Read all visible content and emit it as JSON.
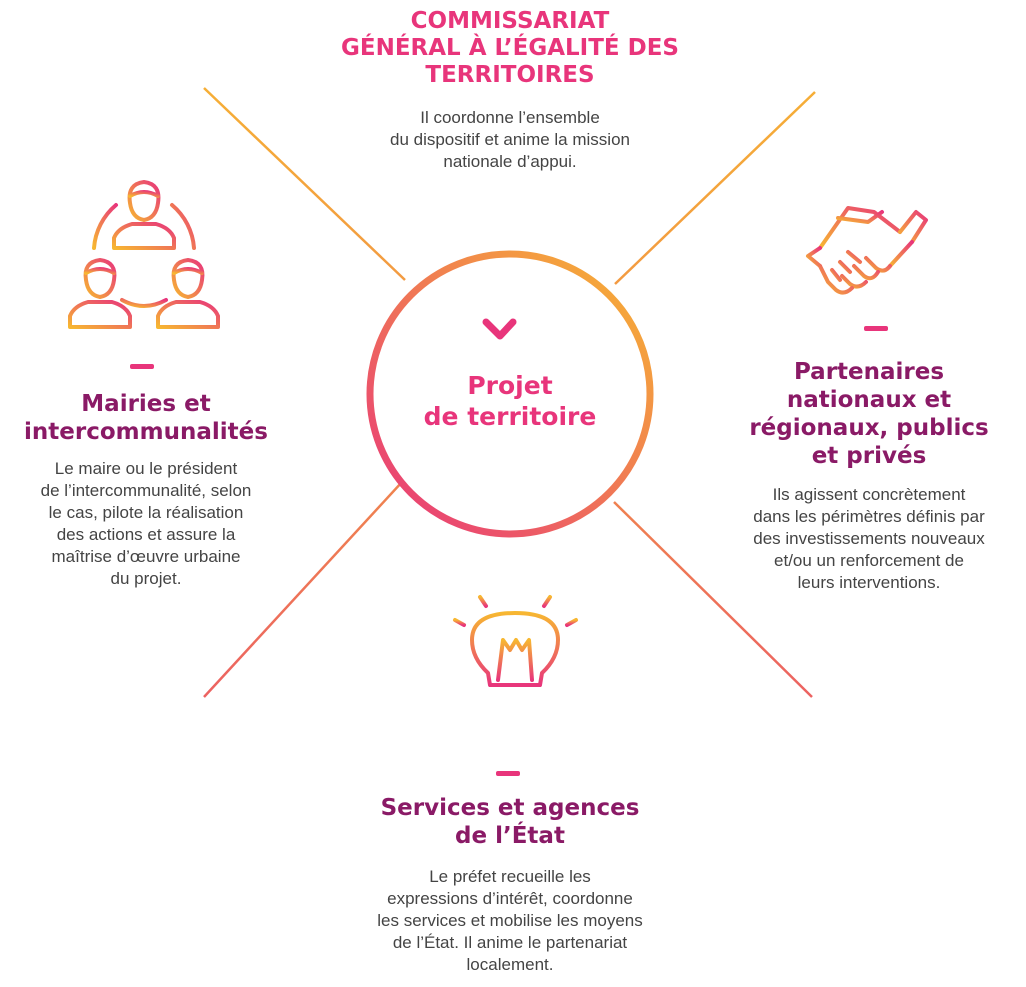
{
  "colors": {
    "magenta": "#e8357b",
    "purple": "#8a1a66",
    "orange": "#f5a623",
    "text": "#444444"
  },
  "center": {
    "icon": "chevron-down-icon",
    "title_lines": [
      "Projet",
      "de territoire"
    ]
  },
  "top": {
    "title_lines": [
      "COMMISSARIAT",
      "GÉNÉRAL À L’ÉGALITÉ DES",
      "TERRITOIRES"
    ],
    "body_lines": [
      "Il coordonne l’ensemble",
      "du dispositif et anime la mission",
      "nationale d’appui."
    ]
  },
  "left": {
    "icon": "people-network-icon",
    "title_lines": [
      "Mairies et",
      "intercommunalités"
    ],
    "body_lines": [
      "Le maire ou le président",
      "de l’intercommunalité, selon",
      "le cas, pilote la réalisation",
      "des actions et assure la",
      "maîtrise d’œuvre urbaine",
      "du projet."
    ]
  },
  "right": {
    "icon": "handshake-icon",
    "title_lines": [
      "Partenaires",
      "nationaux et",
      "régionaux, publics",
      "et privés"
    ],
    "body_lines": [
      "Ils agissent concrètement",
      "dans les périmètres définis par",
      "des investissements nouveaux",
      "et/ou un renforcement de",
      "leurs interventions."
    ]
  },
  "bottom": {
    "icon": "lightbulb-icon",
    "title_lines": [
      "Services et agences",
      "de l’État"
    ],
    "body_lines": [
      "Le préfet recueille les",
      "expressions d’intérêt, coordonne",
      "les services et mobilise les moyens",
      "de l’État. Il anime le partenariat",
      "localement."
    ]
  }
}
